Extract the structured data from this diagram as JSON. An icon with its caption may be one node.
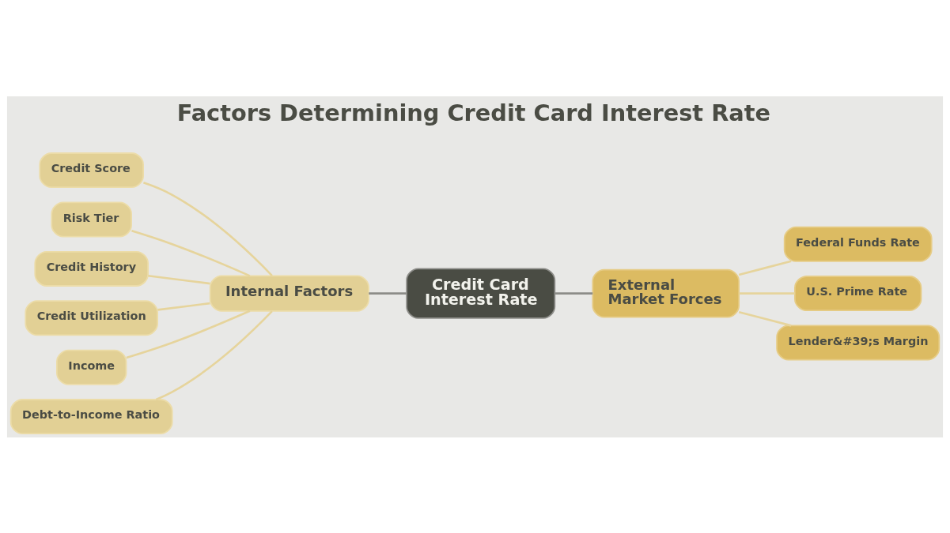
{
  "diagram": {
    "title": "Factors Determining Credit Card Interest Rate",
    "nodes": [
      {
        "text": [
          "Credit Card Interest Rate"
        ]
      },
      {
        "text": [
          "Internal Factors"
        ]
      },
      {
        "text": [
          "Credit Score"
        ]
      },
      {
        "text": [
          "Risk Tier"
        ]
      },
      {
        "text": [
          "Credit History"
        ]
      },
      {
        "text": [
          "Credit Utilization"
        ]
      },
      {
        "text": [
          "Income"
        ]
      },
      {
        "text": [
          "Debt-to-Income Ratio"
        ]
      },
      {
        "text": [
          "External Market Forces"
        ]
      },
      {
        "text": [
          "Federal Funds Rate"
        ]
      },
      {
        "text": [
          "U.S. Prime Rate"
        ]
      },
      {
        "text": [
          "Lender&#39;s Margin"
        ]
      }
    ],
    "edges": [
      {
        "from": 2,
        "to": 1,
        "arrow": "none"
      },
      {
        "from": 3,
        "to": 1,
        "arrow": "none"
      },
      {
        "from": 4,
        "to": 1,
        "arrow": "none"
      },
      {
        "from": 5,
        "to": 1,
        "arrow": "none"
      },
      {
        "from": 6,
        "to": 1,
        "arrow": "none"
      },
      {
        "from": 7,
        "to": 1,
        "arrow": "none"
      },
      {
        "from": 1,
        "to": 0,
        "arrow": "none",
        "color": "#8c8c88"
      },
      {
        "from": 0,
        "to": 8,
        "arrow": "none",
        "color": "#8c8c88"
      },
      {
        "from": 8,
        "to": 9,
        "arrow": "none"
      },
      {
        "from": 8,
        "to": 10,
        "arrow": "none"
      },
      {
        "from": 8,
        "to": 11,
        "arrow": "none"
      }
    ]
  }
}
